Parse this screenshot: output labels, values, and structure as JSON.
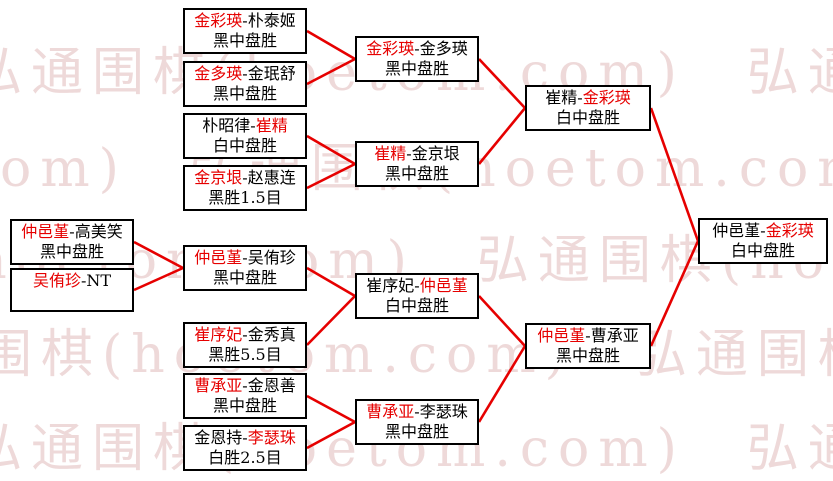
{
  "watermark": {
    "text": "弘通围棋(hoetom.com)　弘通围棋(hoetom.com)　弘通围棋(hoetom.com)"
  },
  "separator": "-",
  "colors": {
    "winner_name": "#e60000",
    "connector_line": "#e60000",
    "box_border": "#000000",
    "watermark": "#eed9d9"
  },
  "matches": [
    {
      "p1": "金彩瑛",
      "p1_red": true,
      "p2": "朴泰姬",
      "p2_red": false,
      "result": "黑中盘胜"
    },
    {
      "p1": "金多瑛",
      "p1_red": true,
      "p2": "金珉舒",
      "p2_red": false,
      "result": "黑中盘胜"
    },
    {
      "p1": "朴昭律",
      "p1_red": false,
      "p2": "崔精",
      "p2_red": true,
      "result": "白中盘胜"
    },
    {
      "p1": "金京垠",
      "p1_red": true,
      "p2": "赵惠连",
      "p2_red": false,
      "result": "黑胜1.5目"
    },
    {
      "p1": "仲邑堇",
      "p1_red": true,
      "p2": "高美笑",
      "p2_red": false,
      "result": "黑中盘胜"
    },
    {
      "p1": "吴侑珍",
      "p1_red": true,
      "p2": "NT",
      "p2_red": false,
      "result": ""
    },
    {
      "p1": "仲邑堇",
      "p1_red": true,
      "p2": "吴侑珍",
      "p2_red": false,
      "result": "黑中盘胜"
    },
    {
      "p1": "崔序妃",
      "p1_red": true,
      "p2": "金秀真",
      "p2_red": false,
      "result": "黑胜5.5目"
    },
    {
      "p1": "曹承亚",
      "p1_red": true,
      "p2": "金恩善",
      "p2_red": false,
      "result": "黑中盘胜"
    },
    {
      "p1": "金恩持",
      "p1_red": false,
      "p2": "李瑟珠",
      "p2_red": true,
      "result": "白胜2.5目"
    },
    {
      "p1": "金彩瑛",
      "p1_red": true,
      "p2": "金多瑛",
      "p2_red": false,
      "result": "黑中盘胜"
    },
    {
      "p1": "崔精",
      "p1_red": true,
      "p2": "金京垠",
      "p2_red": false,
      "result": "黑中盘胜"
    },
    {
      "p1": "崔序妃",
      "p1_red": false,
      "p2": "仲邑堇",
      "p2_red": true,
      "result": "白中盘胜"
    },
    {
      "p1": "曹承亚",
      "p1_red": true,
      "p2": "李瑟珠",
      "p2_red": false,
      "result": "黑中盘胜"
    },
    {
      "p1": "崔精",
      "p1_red": false,
      "p2": "金彩瑛",
      "p2_red": true,
      "result": "白中盘胜"
    },
    {
      "p1": "仲邑堇",
      "p1_red": true,
      "p2": "曹承亚",
      "p2_red": false,
      "result": "黑中盘胜"
    },
    {
      "p1": "仲邑堇",
      "p1_red": false,
      "p2": "金彩瑛",
      "p2_red": true,
      "result": "白中盘胜"
    }
  ]
}
